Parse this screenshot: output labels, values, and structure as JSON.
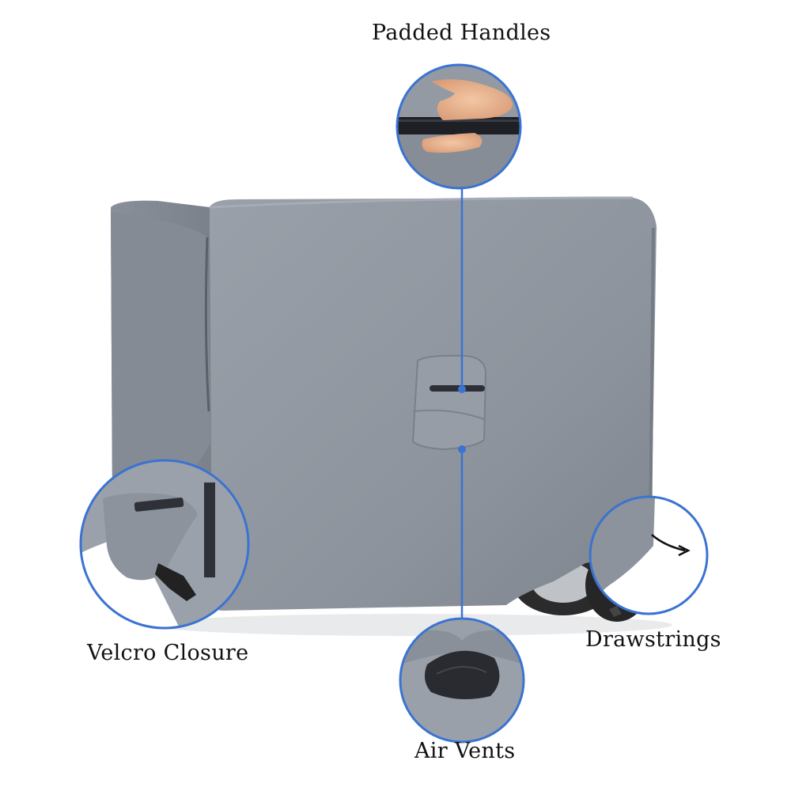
{
  "callouts": {
    "handles": {
      "label": "Padded Handles"
    },
    "velcro": {
      "label": "Velcro Closure"
    },
    "drawstrings": {
      "label": "Drawstrings"
    },
    "vents": {
      "label": "Air Vents"
    }
  },
  "colors": {
    "cover": "#8d939c",
    "cover_shadow": "#7a8089",
    "cover_highlight": "#9ea4ad",
    "accent_blue": "#3a73d1",
    "strap": "#2d2f36",
    "tire": "#2b2b2b",
    "background": "#ffffff"
  }
}
